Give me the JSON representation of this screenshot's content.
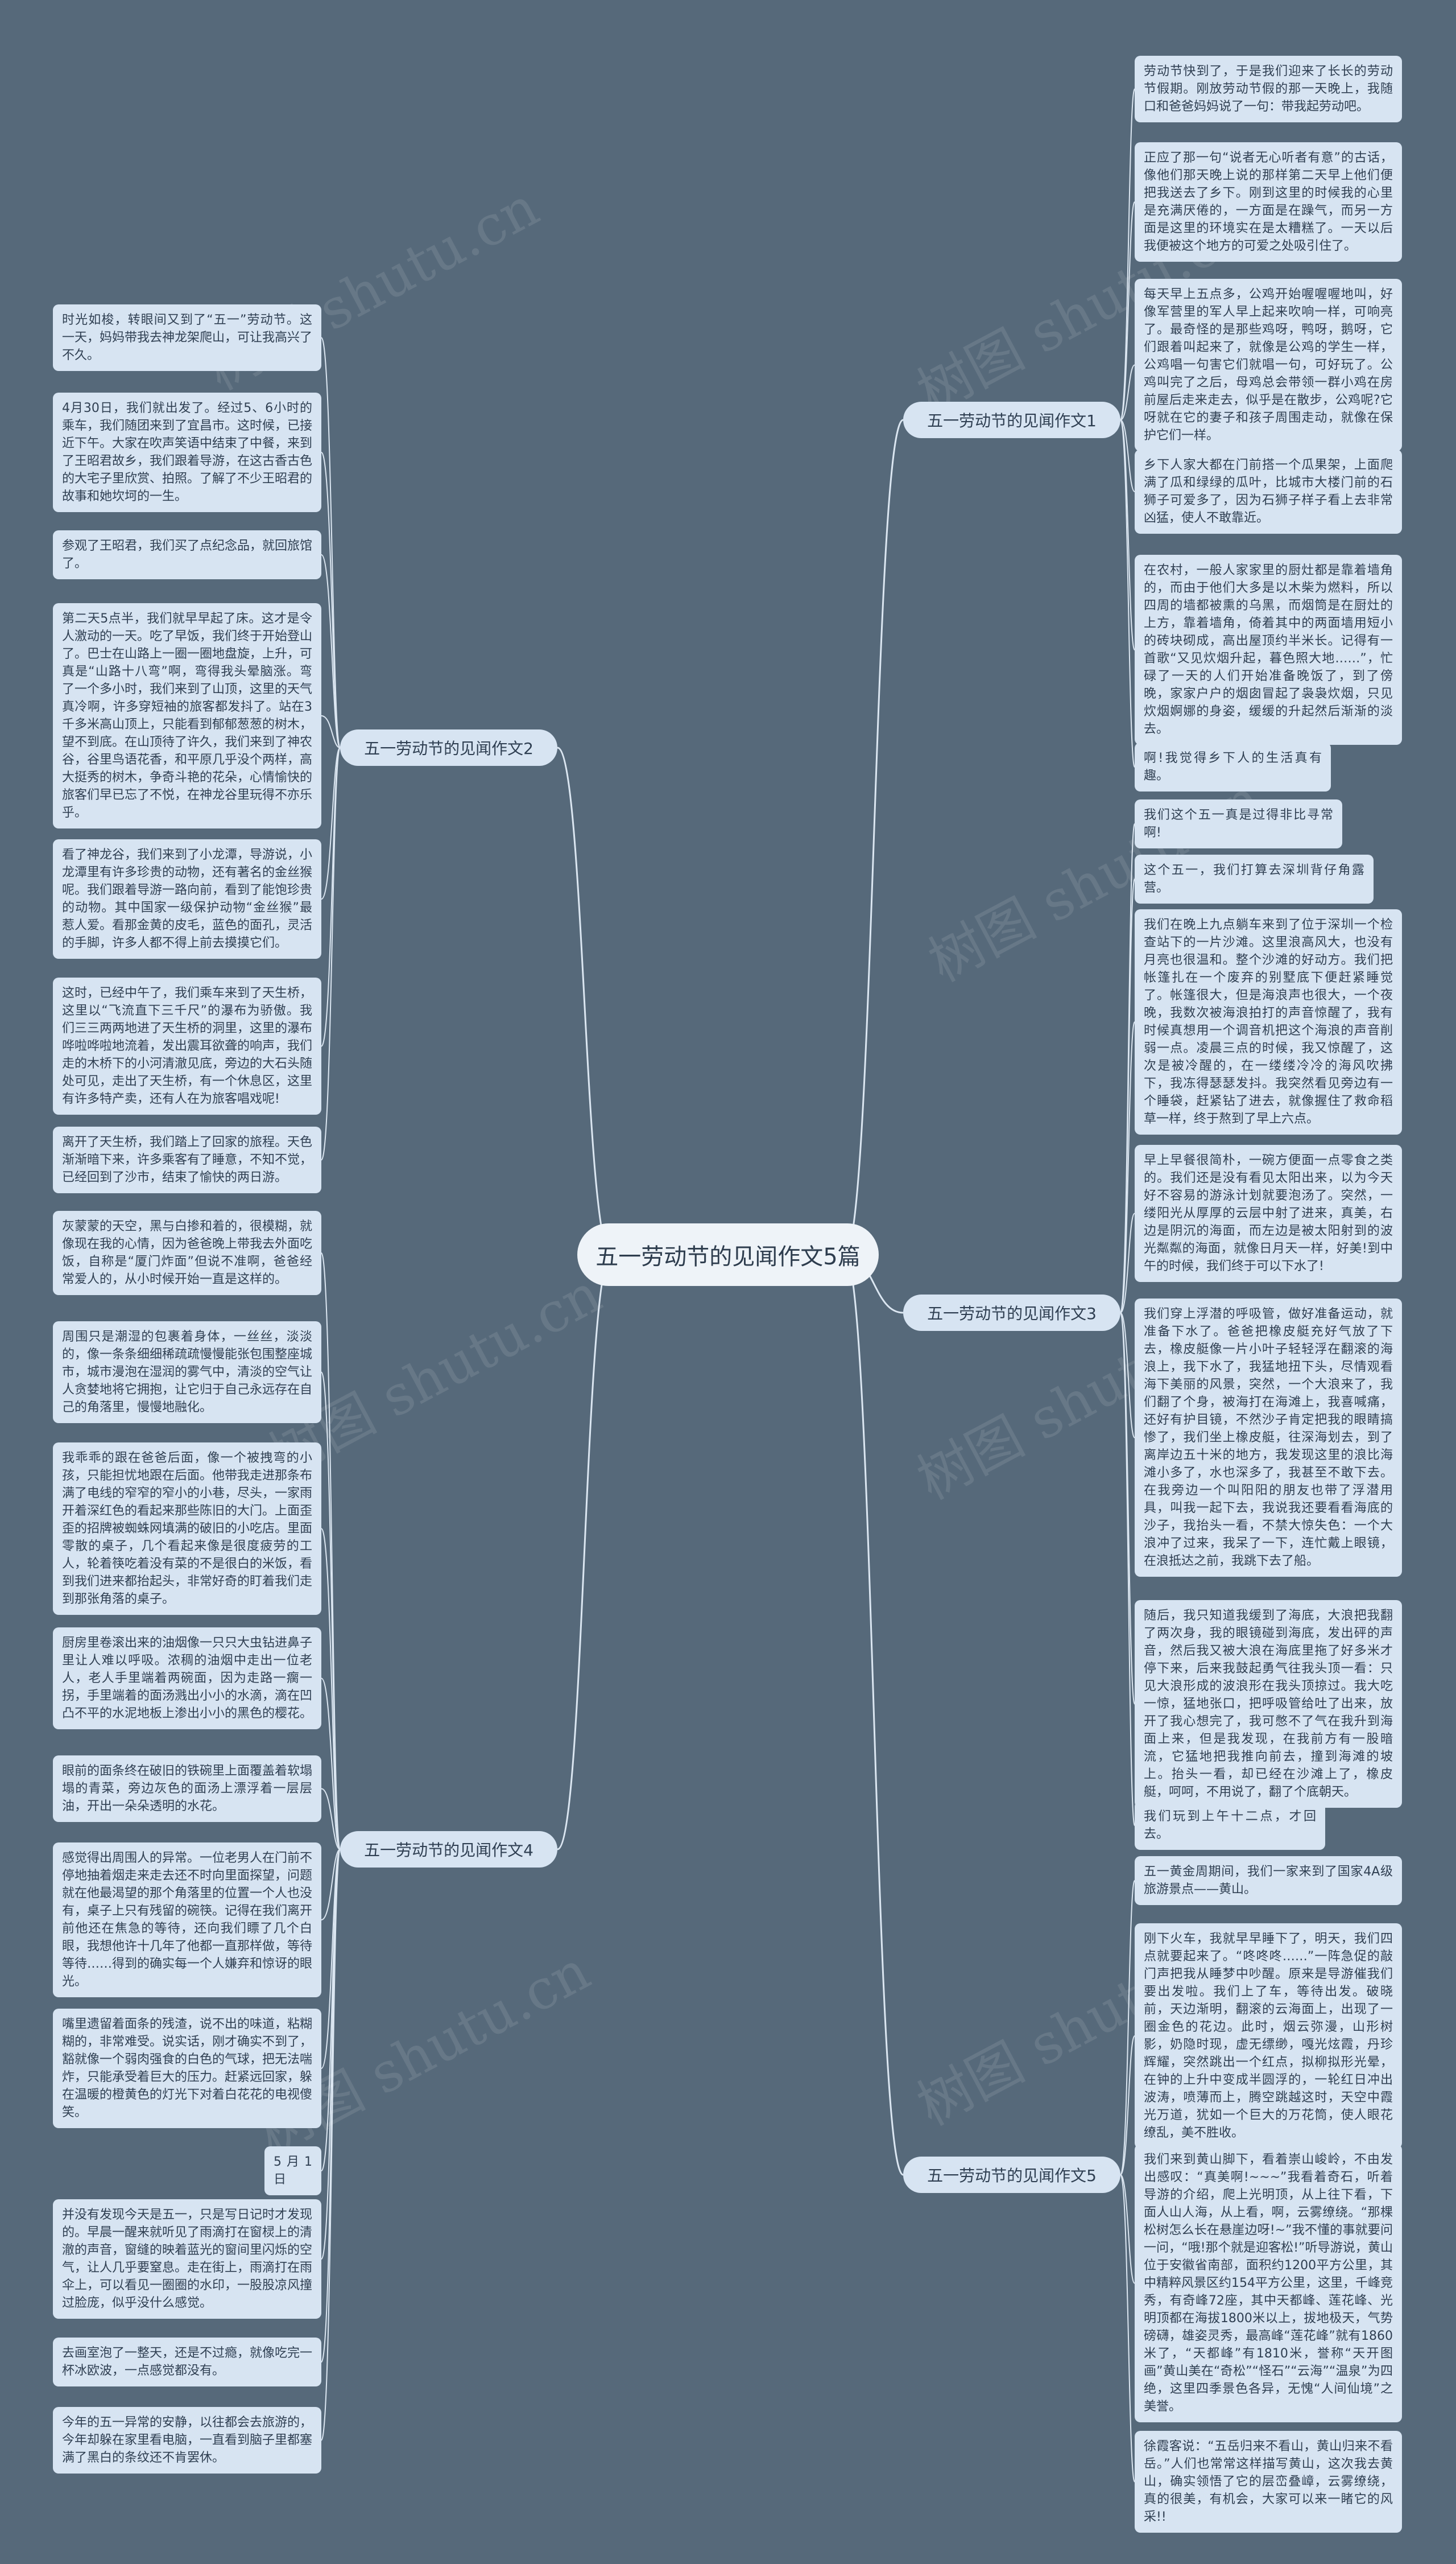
{
  "root": "五一劳动节的见闻作文5篇",
  "watermark": "树图 shutu.cn",
  "branches": [
    {
      "title": "五一劳动节的见闻作文1",
      "items": [
        "劳动节快到了，于是我们迎来了长长的劳动节假期。刚放劳动节假的那一天晚上，我随口和爸爸妈妈说了一句：带我起劳动吧。",
        "正应了那一句“说者无心听者有意”的古话，像他们那天晚上说的那样第二天早上他们便把我送去了乡下。刚到这里的时候我的心里是充满厌倦的，一方面是在躁气，而另一方面是这里的环境实在是太糟糕了。一天以后我便被这个地方的可爱之处吸引住了。",
        "每天早上五点多，公鸡开始喔喔喔地叫，好像军营里的军人早上起来吹响一样，可响亮了。最奇怪的是那些鸡呀，鸭呀，鹅呀，它们跟着叫起来了，就像是公鸡的学生一样，公鸡唱一句害它们就唱一句，可好玩了。公鸡叫完了之后，母鸡总会带领一群小鸡在房前屋后走来走去，似乎是在散步，公鸡呢?它呀就在它的妻子和孩子周围走动，就像在保护它们一样。",
        "乡下人家大都在门前搭一个瓜果架，上面爬满了瓜和绿绿的瓜叶，比城市大楼门前的石狮子可爱多了，因为石狮子样子看上去非常凶猛，使人不敢靠近。",
        "在农村，一般人家家里的厨灶都是靠着墙角的，而由于他们大多是以木柴为燃料，所以四周的墙都被熏的乌黑，而烟筒是在厨灶的上方，靠着墙角，倚着其中的两面墙用短小的砖块砌成，高出屋顶约半米长。记得有一首歌“又见炊烟升起，暮色照大地……”，忙碌了一天的人们开始准备晚饭了，到了傍晚，家家户户的烟囱冒起了袅袅炊烟，只见炊烟婀娜的身姿，缓缓的升起然后渐渐的淡去。",
        "啊!我觉得乡下人的生活真有趣。"
      ]
    },
    {
      "title": "五一劳动节的见闻作文2",
      "items": [
        "时光如梭，转眼间又到了“五一”劳动节。这一天，妈妈带我去神龙架爬山，可让我高兴了不久。",
        "4月30日，我们就出发了。经过5、6小时的乘车，我们随团来到了宜昌市。这时候，已接近下午。大家在吹声笑语中结束了中餐，来到了王昭君故乡，我们跟着导游，在这古香古色的大宅子里欣赏、拍照。了解了不少王昭君的故事和她坎坷的一生。",
        "参观了王昭君，我们买了点纪念品，就回旅馆了。",
        "第二天5点半，我们就早早起了床。这才是令人激动的一天。吃了早饭，我们终于开始登山了。巴士在山路上一圈一圈地盘旋，上升，可真是“山路十八弯”啊，弯得我头晕脑涨。弯了一个多小时，我们来到了山顶，这里的天气真冷啊，许多穿短袖的旅客都发抖了。站在3千多米高山顶上，只能看到郁郁葱葱的树木，望不到底。在山顶待了许久，我们来到了神农谷，谷里鸟语花香，和平原几乎没个两样，高大挺秀的树木，争奇斗艳的花朵，心情愉快的旅客们早已忘了不悦，在神龙谷里玩得不亦乐乎。",
        "看了神龙谷，我们来到了小龙潭，导游说，小龙潭里有许多珍贵的动物，还有著名的金丝猴呢。我们跟着导游一路向前，看到了能饱珍贵的动物。其中国家一级保护动物“金丝猴”最惹人爱。看那金黄的皮毛，蓝色的面孔，灵活的手脚，许多人都不得上前去摸摸它们。",
        "这时，已经中午了，我们乘车来到了天生桥，这里以“飞流直下三千尺”的瀑布为骄傲。我们三三两两地进了天生桥的洞里，这里的瀑布哗啦哗啦地流着，发出震耳欲聋的响声，我们走的木桥下的小河清澈见底，旁边的大石头随处可见，走出了天生桥，有一个休息区，这里有许多特产卖，还有人在为旅客唱戏呢!",
        "离开了天生桥，我们踏上了回家的旅程。天色渐渐暗下来，许多乘客有了睡意，不知不觉，已经回到了沙市，结束了愉快的两日游。"
      ]
    },
    {
      "title": "五一劳动节的见闻作文3",
      "items": [
        "我们这个五一真是过得非比寻常啊!",
        "这个五一，我们打算去深圳背仔角露营。",
        "我们在晚上九点躺车来到了位于深圳一个检查站下的一片沙滩。这里浪高风大，也没有月亮也很温和。整个沙滩的好动方。我们把帐篷扎在一个废弃的别墅底下便赶紧睡觉了。帐篷很大，但是海浪声也很大，一个夜晚，我数次被海浪拍打的声音惊醒了，我有时候真想用一个调音机把这个海浪的声音削弱一点。凌晨三点的时候，我又惊醒了，这次是被冷醒的，在一缕缕冷冷的海风吹拂下，我冻得瑟瑟发抖。我突然看见旁边有一个睡袋，赶紧钻了进去，就像握住了救命稻草一样，终于熬到了早上六点。",
        "早上早餐很简朴，一碗方便面一点零食之类的。我们还是没有看见太阳出来，以为今天好不容易的游泳计划就要泡汤了。突然，一缕阳光从厚厚的云层中射了进来，真美，右边是阴沉的海面，而左边是被太阳射到的波光粼粼的海面，就像日月天一样，好美!到中午的时候，我们终于可以下水了!",
        "我们穿上浮潜的呼吸管，做好准备运动，就准备下水了。爸爸把橡皮艇充好气放了下去，橡皮艇像一片小叶子轻轻浮在翻滚的海浪上，我下水了，我猛地扭下头，尽情观看海下美丽的风景，突然，一个大浪来了，我们翻了个身，被海打在海滩上，我喜喊痛，还好有护目镜，不然沙子肯定把我的眼睛搞惨了，我们坐上橡皮艇，往深海划去，到了离岸边五十米的地方，我发现这里的浪比海滩小多了，水也深多了，我甚至不敢下去。在我旁边一个叫阳阳的朋友也带了浮潜用具，叫我一起下去，我说我还要看看海底的沙子，我抬头一看，不禁大惊失色：一个大浪冲了过来，我呆了一下，连忙戴上眼镜，在浪抵达之前，我跳下去了船。",
        "随后，我只知道我缓到了海底，大浪把我翻了两次身，我的眼镜碰到海底，发出砰的声音，然后我又被大浪在海底里拖了好多米才停下来，后来我鼓起勇气往我头顶一看：只见大浪形成的波浪形在我头顶掠过。我大吃一惊，猛地张口，把呼吸管给吐了出来，放开了我心想完了，我可憋不了气在我升到海面上来，但是我发现，在我前方有一股暗流，它猛地把我推向前去，撞到海滩的坡上。抬头一看，却已经在沙滩上了，橡皮艇，呵呵，不用说了，翻了个底朝天。",
        "我们玩到上午十二点，才回去。"
      ]
    },
    {
      "title": "五一劳动节的见闻作文4",
      "items": [
        "灰蒙蒙的天空，黑与白掺和着的，很模糊，就像现在我的心情，因为爸爸晚上带我去外面吃饭，自称是“厦门炸面”但说不准啊，爸爸经常爱人的，从小时候开始一直是这样的。",
        "周围只是潮湿的包裹着身体，一丝丝，淡淡的，像一条条细细稀疏疏慢慢能张包围整座城市，城市漫泡在湿润的雾气中，清淡的空气让人贪婪地将它拥抱，让它归于自己永远存在自己的角落里，慢慢地融化。",
        "我乖乖的跟在爸爸后面，像一个被拽弯的小孩，只能担忧地跟在后面。他带我走进那条布满了电线的窄窄的窄小的小巷，尽头，一家雨开着深红色的看起来那些陈旧的大门。上面歪歪的招牌被蜘蛛网填满的破旧的小吃店。里面零散的桌子，几个看起来像是很度疲劳的工人，轮着筷吃着没有菜的不是很白的米饭，看到我们进来都抬起头，非常好奇的盯着我们走到那张角落的桌子。",
        "厨房里卷滚出来的油烟像一只只大虫钻进鼻子里让人难以呼吸。浓稠的油烟中走出一位老人，老人手里端着两碗面，因为走路一瘸一拐，手里端着的面汤溅出小小的水滴，滴在凹凸不平的水泥地板上渗出小小的黑色的樱花。",
        "眼前的面条终在破旧的铁碗里上面覆盖着软塌塌的青菜，旁边灰色的面汤上漂浮着一层层油，开出一朵朵透明的水花。",
        "感觉得出周围人的异常。一位老男人在门前不停地抽着烟走来走去还不时向里面探望，问题就在他最渴望的那个角落里的位置一个人也没有，桌子上只有残留的碗筷。记得在我们离开前他还在焦急的等待，还向我们瞟了几个白眼，我想他许十几年了他都一直那样做，等待等待……得到的确实每一个人嫌弃和惊讶的眼光。",
        "嘴里遗留着面条的残渣，说不出的味道，粘糊糊的，非常难受。说实话，刚才确实不到了，豁就像一个弱肉强食的白色的气球，把无法喘炸，只能承受着巨大的压力。赶紧远回家，躲在温暖的橙黄色的灯光下对着白花花的电视傻笑。",
        "5月1日",
        "并没有发现今天是五一，只是写日记时才发现的。早晨一醒来就听见了雨滴打在窗棂上的清澈的声音，窗缝的映着蓝光的窗间里闪烁的空气，让人几乎要窒息。走在街上，雨滴打在雨伞上，可以看见一圈圈的水印，一股股凉风撞过脸庞，似乎没什么感觉。",
        "去画室泡了一整天，还是不过瘾，就像吃完一杯冰欧波，一点感觉都没有。",
        "今年的五一异常的安静，以往都会去旅游的，今年却躲在家里看电脑，一直看到脑子里都塞满了黑白的条纹还不肯罢休。"
      ]
    },
    {
      "title": "五一劳动节的见闻作文5",
      "items": [
        "五一黄金周期间，我们一家来到了国家4A级旅游景点——黄山。",
        "刚下火车，我就早早睡下了，明天，我们四点就要起来了。“咚咚咚……”一阵急促的敲门声把我从睡梦中吵醒。原来是导游催我们要出发啦。我们上了车，等待出发。破晓前，天边渐明，翻滚的云海面上，出现了一圈金色的花边。此时，烟云弥漫，山形树影，奶隐时现，虚无缥缈，嘎光炫霞，丹珍辉耀，突然跳出一个红点，拟柳拟形光晕，在钟的上升中变成半圆浮的，一轮红日冲出波涛，喷薄而上，腾空跳越这时，天空中霞光万道，犹如一个巨大的万花筒，使人眼花缭乱，美不胜收。",
        "我们来到黄山脚下，看着崇山峻岭，不由发出感叹：“真美啊!~~~”我看着奇石，听着导游的介绍，爬上光明顶，从上往下看，下面人山人海，从上看，啊，云雾缭绕。“那棵松树怎么长在悬崖边呀!~”我不懂的事就要问一问，“哦!那个就是迎客松!”听导游说，黄山位于安徽省南部，面积约1200平方公里，其中精粹风景区约154平方公里，这里，千峰竞秀，有奇峰72座，其中天都峰、莲花峰、光明顶都在海拔1800米以上，拔地极天，气势磅礴，雄姿灵秀，最高峰“莲花峰”就有1860米了，“天都峰”有1810米，誉称“天开图画”黄山美在“奇松”“怪石”“云海”“温泉”为四绝，这里四季景色各异，无愧“人间仙境”之美誉。",
        "徐霞客说：“五岳归来不看山，黄山归来不看岳。”人们也常常这样描写黄山，这次我去黄山，确实领悟了它的层峦叠嶂，云雾缭绕，真的很美，有机会，大家可以来一睹它的风采!!"
      ]
    }
  ]
}
